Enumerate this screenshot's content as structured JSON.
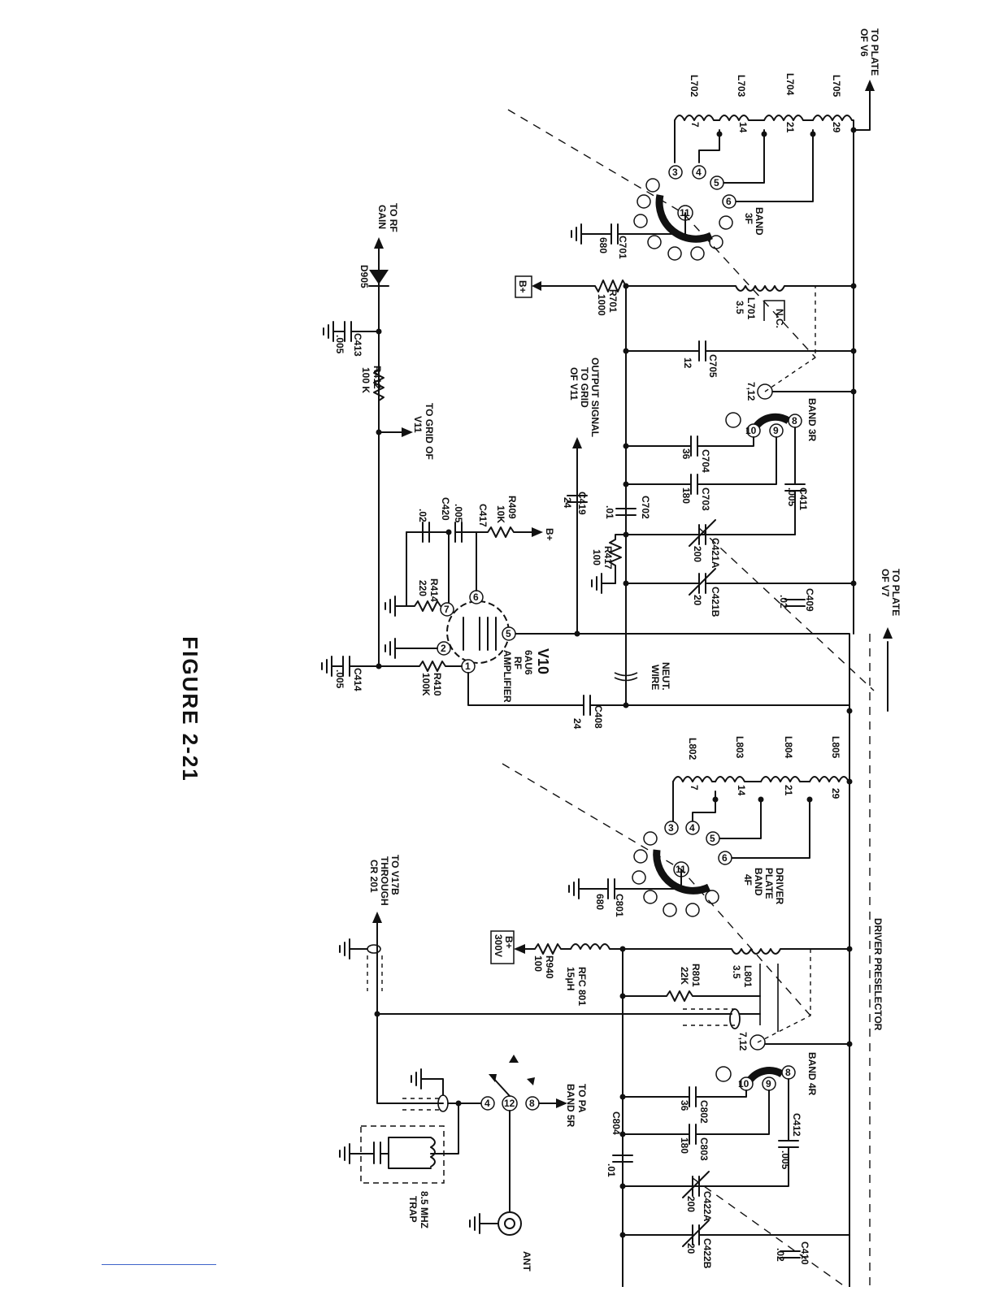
{
  "figure": {
    "title": "FIGURE 2-21"
  },
  "labels": {
    "to_plate_v6": [
      "TO PLATE",
      "OF V6"
    ],
    "to_plate_v7": [
      "TO PLATE",
      "OF V7"
    ],
    "to_rf_gain": [
      "TO RF",
      "GAIN"
    ],
    "to_grid_v11": [
      "TO GRID OF",
      "V11"
    ],
    "output_signal": [
      "OUTPUT SIGNAL",
      "TO GRID",
      "OF V11"
    ],
    "band_3f": [
      "BAND",
      "3F"
    ],
    "band_3r": "BAND 3R",
    "band_4r": "BAND 4R",
    "driver_plate": [
      "DRIVER",
      "PLATE",
      "BAND",
      "4F"
    ],
    "driver_preselector": "DRIVER PRESELECTOR",
    "v10": [
      "V10",
      "6AU6",
      "RF",
      "AMPLIFIER"
    ],
    "neut_wire": [
      "NEUT.",
      "WIRE"
    ],
    "nc": "N.C.",
    "b_plus": "B+",
    "b_plus_300v": [
      "B+",
      "300V"
    ],
    "to_v17b": [
      "TO V17B",
      "THROUGH",
      "CR 201"
    ],
    "to_pa": [
      "TO PA",
      "BAND 5R"
    ],
    "trap": [
      "8.5 MHZ",
      "TRAP"
    ],
    "ant": "ANT"
  },
  "components": {
    "L702": {
      "ref": "L702",
      "value": "7"
    },
    "L703": {
      "ref": "L703",
      "value": "14"
    },
    "L704": {
      "ref": "L704",
      "value": "21"
    },
    "L705": {
      "ref": "L705",
      "value": "29"
    },
    "L701": {
      "ref": "L701",
      "value": "3.5"
    },
    "L802": {
      "ref": "L802",
      "value": "7"
    },
    "L803": {
      "ref": "L803",
      "value": "14"
    },
    "L804": {
      "ref": "L804",
      "value": "21"
    },
    "L805": {
      "ref": "L805",
      "value": "29"
    },
    "L801": {
      "ref": "L801",
      "value": "3.5"
    },
    "RFC801": {
      "ref": "RFC 801",
      "value": "15μH"
    },
    "C701": {
      "ref": "C701",
      "value": "680"
    },
    "C705": {
      "ref": "C705",
      "value": "12"
    },
    "C704": {
      "ref": "C704",
      "value": "36"
    },
    "C703": {
      "ref": "C703",
      "value": "180"
    },
    "C702": {
      "ref": "C702",
      "value": ".01"
    },
    "C411": {
      "ref": "C411",
      "value": ".005"
    },
    "C421A": {
      "ref": "C421A",
      "value": "200"
    },
    "C421B": {
      "ref": "C421B",
      "value": "20"
    },
    "C409": {
      "ref": "C409",
      "value": ".02"
    },
    "C419": {
      "ref": "C419",
      "value": "24"
    },
    "C417": {
      "ref": "C417",
      "value": ".005"
    },
    "C420": {
      "ref": "C420",
      "value": ".02"
    },
    "C413": {
      "ref": "C413",
      "value": ".005"
    },
    "C414": {
      "ref": "C414",
      "value": ".005"
    },
    "C408": {
      "ref": "C408",
      "value": "24"
    },
    "C801": {
      "ref": "C801",
      "value": "680"
    },
    "C802": {
      "ref": "C802",
      "value": "36"
    },
    "C803": {
      "ref": "C803",
      "value": "180"
    },
    "C804": {
      "ref": "C804",
      "value": ".01"
    },
    "C412": {
      "ref": "C412",
      "value": ".005"
    },
    "C422A": {
      "ref": "C422A",
      "value": "200"
    },
    "C422B": {
      "ref": "C422B",
      "value": "20"
    },
    "C410": {
      "ref": "C410",
      "value": ".02"
    },
    "R701": {
      "ref": "R701",
      "value": "1000"
    },
    "R417": {
      "ref": "R417",
      "value": "100"
    },
    "R409": {
      "ref": "R409",
      "value": "10K"
    },
    "R414": {
      "ref": "R414",
      "value": "220"
    },
    "R410": {
      "ref": "R410",
      "value": "100K"
    },
    "R412": {
      "ref": "R412",
      "value": "100 K"
    },
    "R801": {
      "ref": "R801",
      "value": "22K"
    },
    "R940": {
      "ref": "R940",
      "value": "100"
    },
    "D905": {
      "ref": "D905"
    }
  },
  "switch_pins": {
    "band3f": [
      "3",
      "4",
      "5",
      "6",
      "11"
    ],
    "band3r": [
      "7,12",
      "8",
      "9",
      "10"
    ],
    "band4f": [
      "3",
      "4",
      "5",
      "6",
      "11"
    ],
    "band4r": [
      "7,12",
      "8",
      "9",
      "10"
    ],
    "relay": [
      "4",
      "12",
      "8"
    ],
    "tube": [
      "1",
      "2",
      "5",
      "6",
      "7"
    ]
  }
}
